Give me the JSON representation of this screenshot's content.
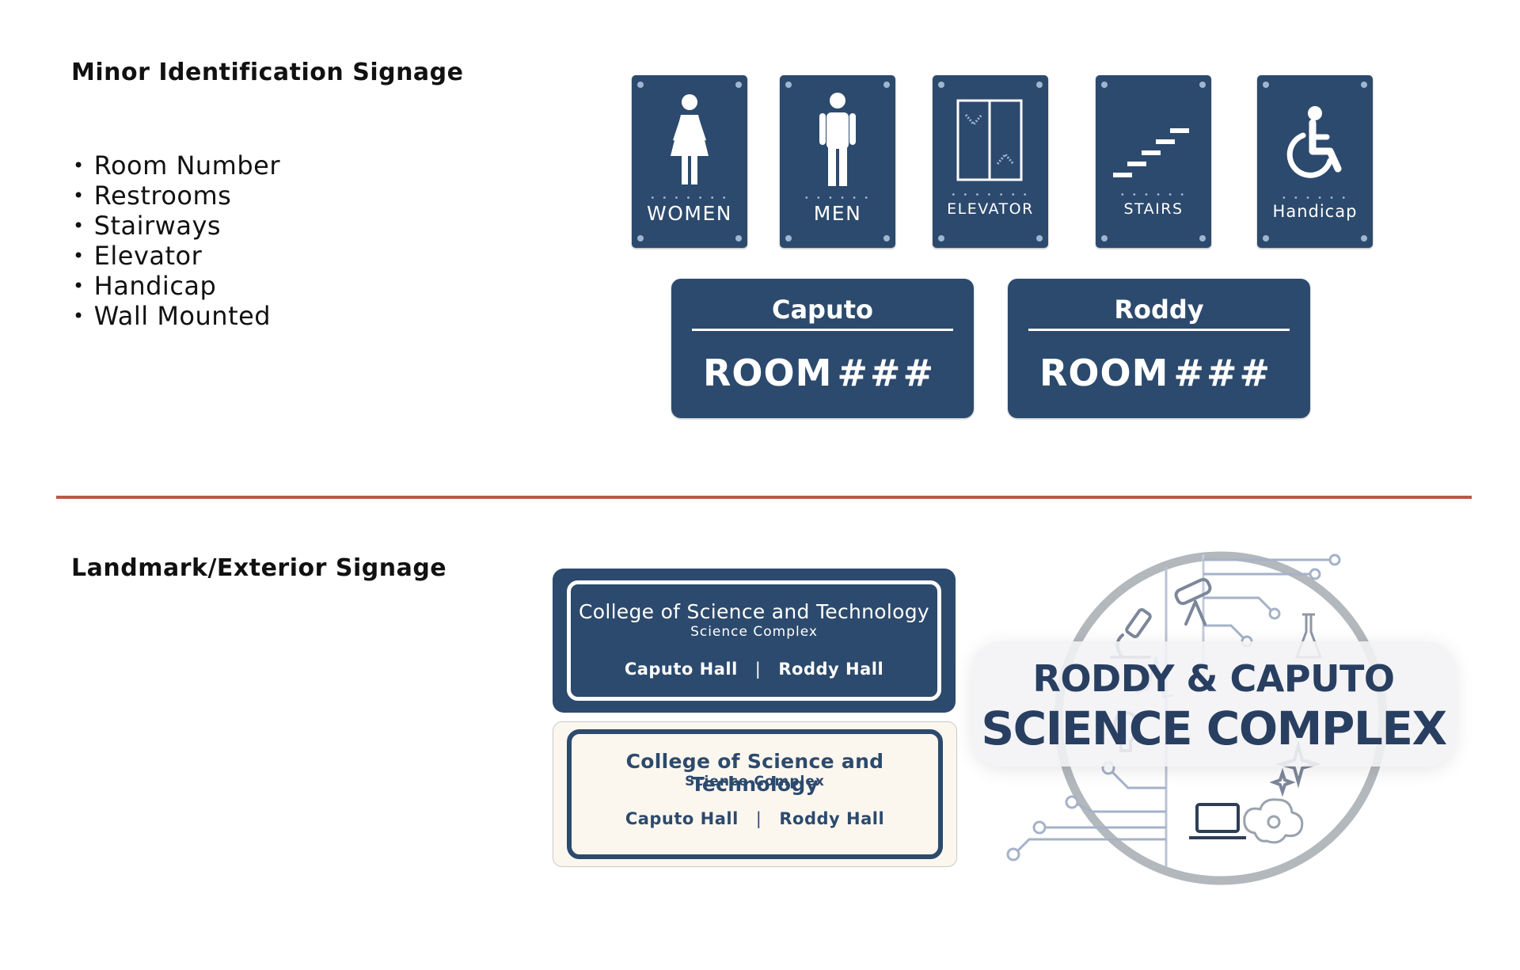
{
  "minor": {
    "heading": "Minor Identification Signage",
    "bullets": [
      "Room Number",
      "Restrooms",
      "Stairways",
      "Elevator",
      "Handicap",
      "Wall Mounted"
    ]
  },
  "small_signs": [
    {
      "label": "WOMEN",
      "icon": "woman-icon"
    },
    {
      "label": "MEN",
      "icon": "man-icon"
    },
    {
      "label": "ELEVATOR",
      "icon": "elevator-icon"
    },
    {
      "label": "STAIRS",
      "icon": "stairs-icon"
    },
    {
      "label": "Handicap",
      "icon": "wheelchair-icon"
    }
  ],
  "room_signs": [
    {
      "name": "Caputo",
      "room": "ROOM",
      "number": "###"
    },
    {
      "name": "Roddy",
      "room": "ROOM",
      "number": "###"
    }
  ],
  "landmark": {
    "heading": "Landmark/Exterior Signage",
    "title": "College of Science and Technology",
    "subtitle": "Science Complex",
    "hall_left": "Caputo Hall",
    "separator": "|",
    "hall_right": "Roddy Hall"
  },
  "logo": {
    "line1": "RODDY & CAPUTO",
    "line2": "SCIENCE COMPLEX"
  },
  "colors": {
    "navy": "#2c4a6d",
    "divider": "#b85a47",
    "cream": "#fbf7ef",
    "rivet": "#9fb6d1"
  }
}
